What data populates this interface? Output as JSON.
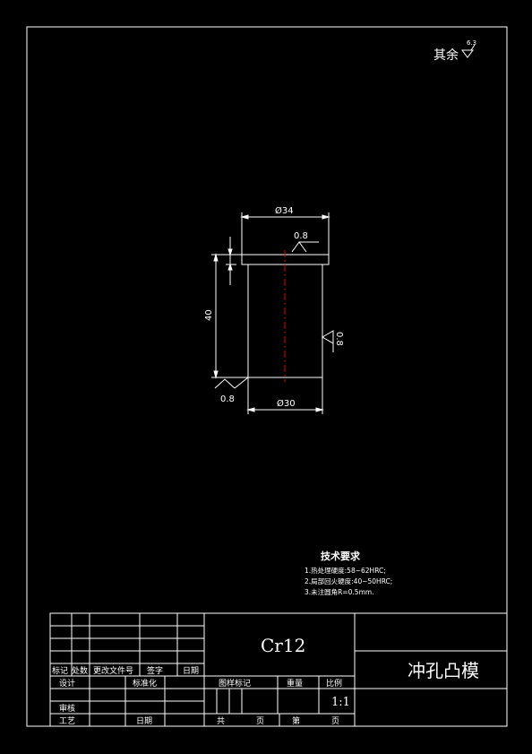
{
  "roughness_note": {
    "label": "其余",
    "value": "6.3"
  },
  "dimensions": {
    "head_diameter": "Ø34",
    "body_diameter": "Ø30",
    "length": "40",
    "roughness_top": "0.8",
    "roughness_side": "0.8",
    "roughness_bottom": "0.8"
  },
  "tech_requirements": {
    "title": "技术要求",
    "items": [
      "1.热处理硬度:58~62HRC;",
      "2.局部回火硬度:40~50HRC;",
      "3.未注圆角R=0.5mm."
    ]
  },
  "title_block": {
    "material": "Cr12",
    "part_name": "冲孔凸模",
    "change_row": [
      "标记",
      "处数",
      "更改文件号",
      "签字",
      "日期"
    ],
    "design": "设计",
    "standardize": "标准化",
    "review": "审核",
    "process": "工艺",
    "date": "日期",
    "stage_mark": "图样标记",
    "weight": "重量",
    "scale_label": "比例",
    "scale": "1:1",
    "total": "共",
    "sheet": "第",
    "page1": "页",
    "page2": "页"
  }
}
